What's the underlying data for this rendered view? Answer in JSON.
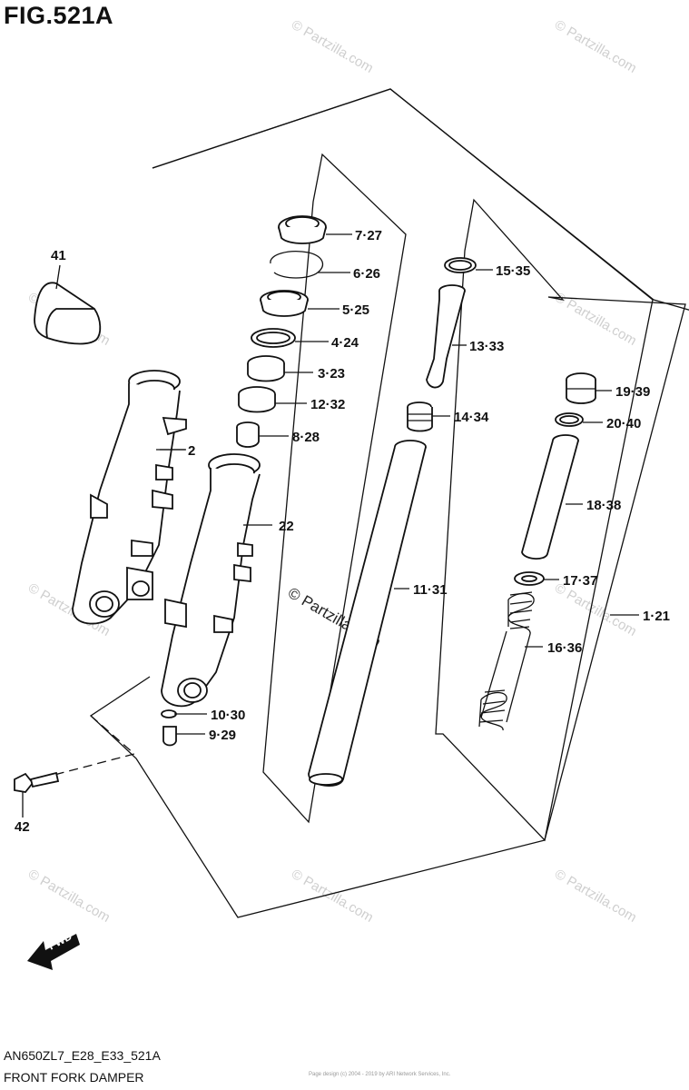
{
  "figure": {
    "title": "FIG.521A",
    "model_code": "AN650ZL7_E28_E33_521A",
    "caption": "FRONT FORK DAMPER",
    "fine_print": "Page design (c) 2004 - 2019 by ARI Network Services, Inc."
  },
  "watermarks": {
    "text": "© Partzilla.com",
    "center_text": "© Partzilla.com"
  },
  "callouts": [
    {
      "id": "7-27",
      "label": "7·27"
    },
    {
      "id": "6-26",
      "label": "6·26"
    },
    {
      "id": "5-25",
      "label": "5·25"
    },
    {
      "id": "4-24",
      "label": "4·24"
    },
    {
      "id": "3-23",
      "label": "3·23"
    },
    {
      "id": "12-32",
      "label": "12·32"
    },
    {
      "id": "8-28",
      "label": "8·28"
    },
    {
      "id": "15-35",
      "label": "15·35"
    },
    {
      "id": "13-33",
      "label": "13·33"
    },
    {
      "id": "14-34",
      "label": "14·34"
    },
    {
      "id": "11-31",
      "label": "11·31"
    },
    {
      "id": "19-39",
      "label": "19·39"
    },
    {
      "id": "20-40",
      "label": "20·40"
    },
    {
      "id": "18-38",
      "label": "18·38"
    },
    {
      "id": "17-37",
      "label": "17·37"
    },
    {
      "id": "16-36",
      "label": "16·36"
    },
    {
      "id": "1-21",
      "label": "1·21"
    },
    {
      "id": "41",
      "label": "41"
    },
    {
      "id": "2",
      "label": "2"
    },
    {
      "id": "22",
      "label": "22"
    },
    {
      "id": "10-30",
      "label": "10·30"
    },
    {
      "id": "9-29",
      "label": "9·29"
    },
    {
      "id": "42",
      "label": "42"
    }
  ],
  "fwd_label": "FWD"
}
